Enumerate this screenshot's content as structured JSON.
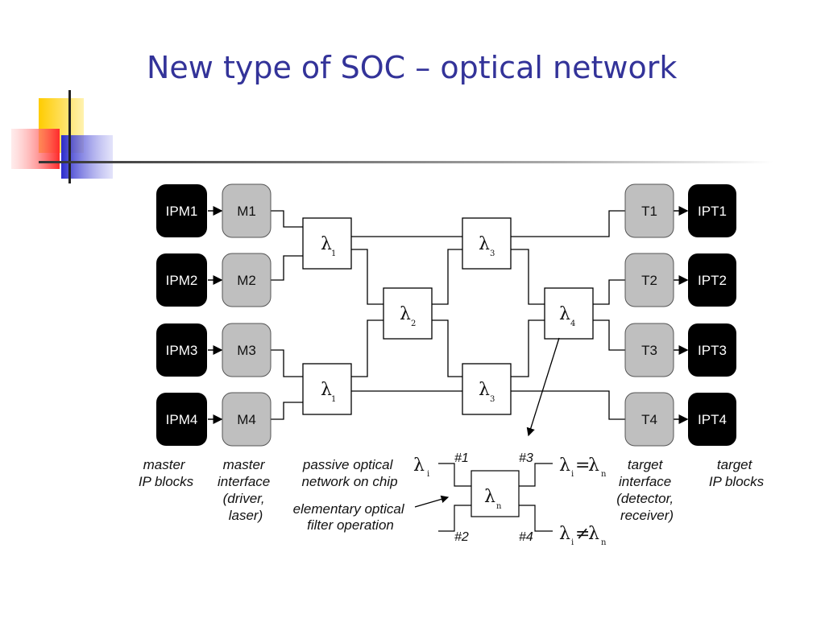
{
  "slide": {
    "title": "New type of SOC – optical network"
  },
  "masters": [
    {
      "ip": "IPM1",
      "iface": "M1"
    },
    {
      "ip": "IPM2",
      "iface": "M2"
    },
    {
      "ip": "IPM3",
      "iface": "M3"
    },
    {
      "ip": "IPM4",
      "iface": "M4"
    }
  ],
  "targets": [
    {
      "iface": "T1",
      "ip": "IPT1"
    },
    {
      "iface": "T2",
      "ip": "IPT2"
    },
    {
      "iface": "T3",
      "ip": "IPT3"
    },
    {
      "iface": "T4",
      "ip": "IPT4"
    }
  ],
  "filters": {
    "f1a": {
      "sym": "λ",
      "sub": "1"
    },
    "f1b": {
      "sym": "λ",
      "sub": "1"
    },
    "f2": {
      "sym": "λ",
      "sub": "2"
    },
    "f3a": {
      "sym": "λ",
      "sub": "3"
    },
    "f3b": {
      "sym": "λ",
      "sub": "3"
    },
    "f4": {
      "sym": "λ",
      "sub": "4"
    },
    "fn": {
      "sym": "λ",
      "sub": "n"
    }
  },
  "captions": {
    "master_ip": [
      "master",
      "IP blocks"
    ],
    "master_iface": [
      "master",
      "interface",
      "(driver,",
      "laser)"
    ],
    "network": [
      "passive optical",
      "network on chip"
    ],
    "elementary": [
      "elementary optical",
      "filter operation"
    ],
    "target_iface": [
      "target",
      "interface",
      "(detector,",
      "receiver)"
    ],
    "target_ip": [
      "target",
      "IP blocks"
    ]
  },
  "legend": {
    "port1": "#1",
    "port2": "#2",
    "port3": "#3",
    "port4": "#4",
    "input_lambda": "λ",
    "input_sub": "i",
    "eq_left": "λ",
    "eq_left_sub": "i",
    "eq_op": "=",
    "eq_right": "λ",
    "eq_right_sub": "n",
    "ne_left": "λ",
    "ne_left_sub": "i",
    "ne_op": "≠",
    "ne_right": "λ",
    "ne_right_sub": "n"
  },
  "colors": {
    "title": "#333399",
    "ip_block": "#000000",
    "iface_block": "#bfbfbf",
    "deco_yellow": "#ffcc00",
    "deco_red": "#ff3333",
    "deco_blue": "#3333cc"
  }
}
